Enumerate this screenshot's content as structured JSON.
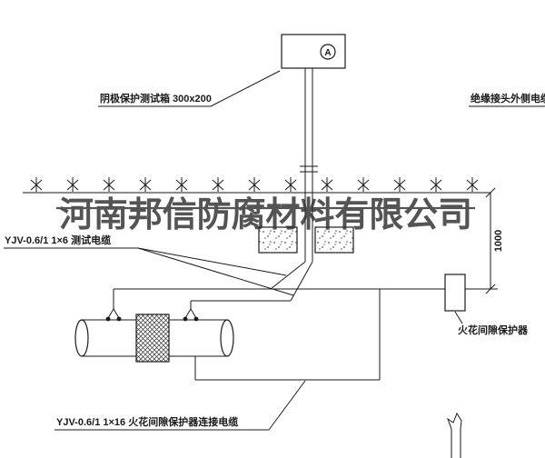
{
  "watermark": "河南邦信防腐材料有限公司",
  "labels": {
    "test_box": "阴极保护测试箱 300x200",
    "outer_cable": "绝缘接头外侧电缆",
    "test_cable": "YJV-0.6/1 1×6  测试电缆",
    "spark_gap_protector": "火花间隙保护器",
    "connection_cable": "YJV-0.6/1 1×16  火花间隙保护器连接电缆",
    "meter_symbol": "A",
    "dimension_depth": "1000"
  },
  "colors": {
    "ink": "#1a1a1a",
    "watermark": "#2f2f2f"
  }
}
